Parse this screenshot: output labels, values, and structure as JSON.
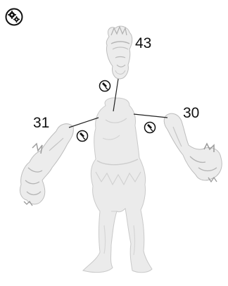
{
  "toolbar": {
    "settings_icon": "gears-icon"
  },
  "parts": {
    "head": {
      "number": "43",
      "connector_icon": "nozzle-icon"
    },
    "right_arm": {
      "number": "31",
      "connector_icon": "nozzle-icon"
    },
    "left_arm": {
      "number": "30",
      "connector_icon": "nozzle-icon"
    }
  },
  "colors": {
    "model": "#e9e9e9",
    "model_shade": "#cfcfcf",
    "line": "#222222"
  }
}
